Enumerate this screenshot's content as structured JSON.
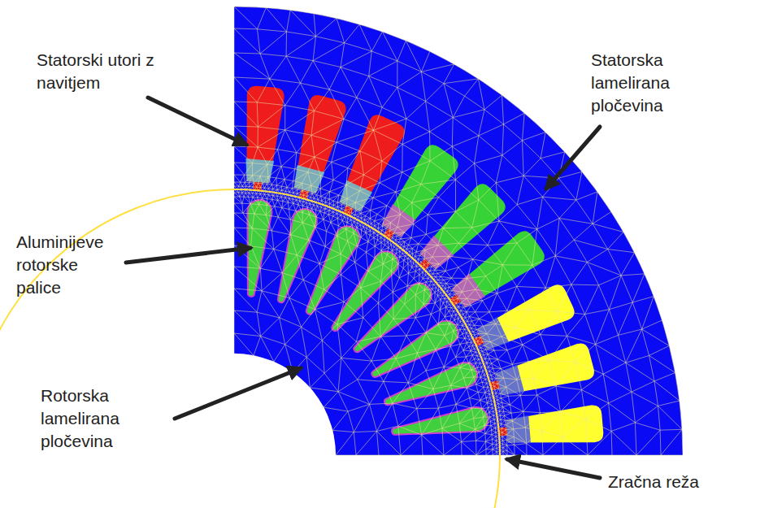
{
  "diagram": {
    "labels": [
      "Statorski utori z navitjem",
      "Statorska lamelirana pločevina",
      "Aluminijeve rotorske palice",
      "Rotorska lamelirana pločevina",
      "Zračna reža"
    ]
  }
}
